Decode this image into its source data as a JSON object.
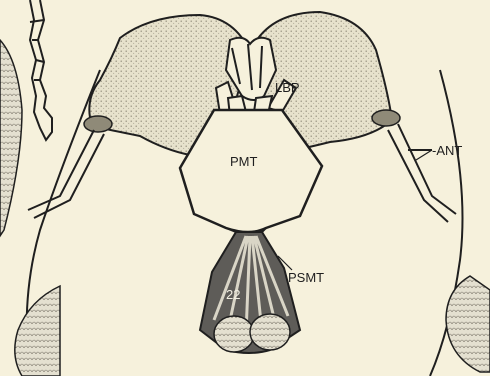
{
  "figure": {
    "background": "#f6f1dc",
    "ink": "#1f1f1f",
    "stipple": "#cfcab6",
    "dark_fill": "#6a6a66",
    "labels": {
      "lbp": "LBP",
      "pmt": "PMT",
      "ant": "-ANT",
      "psmt": "PSMT",
      "num": "22"
    }
  }
}
